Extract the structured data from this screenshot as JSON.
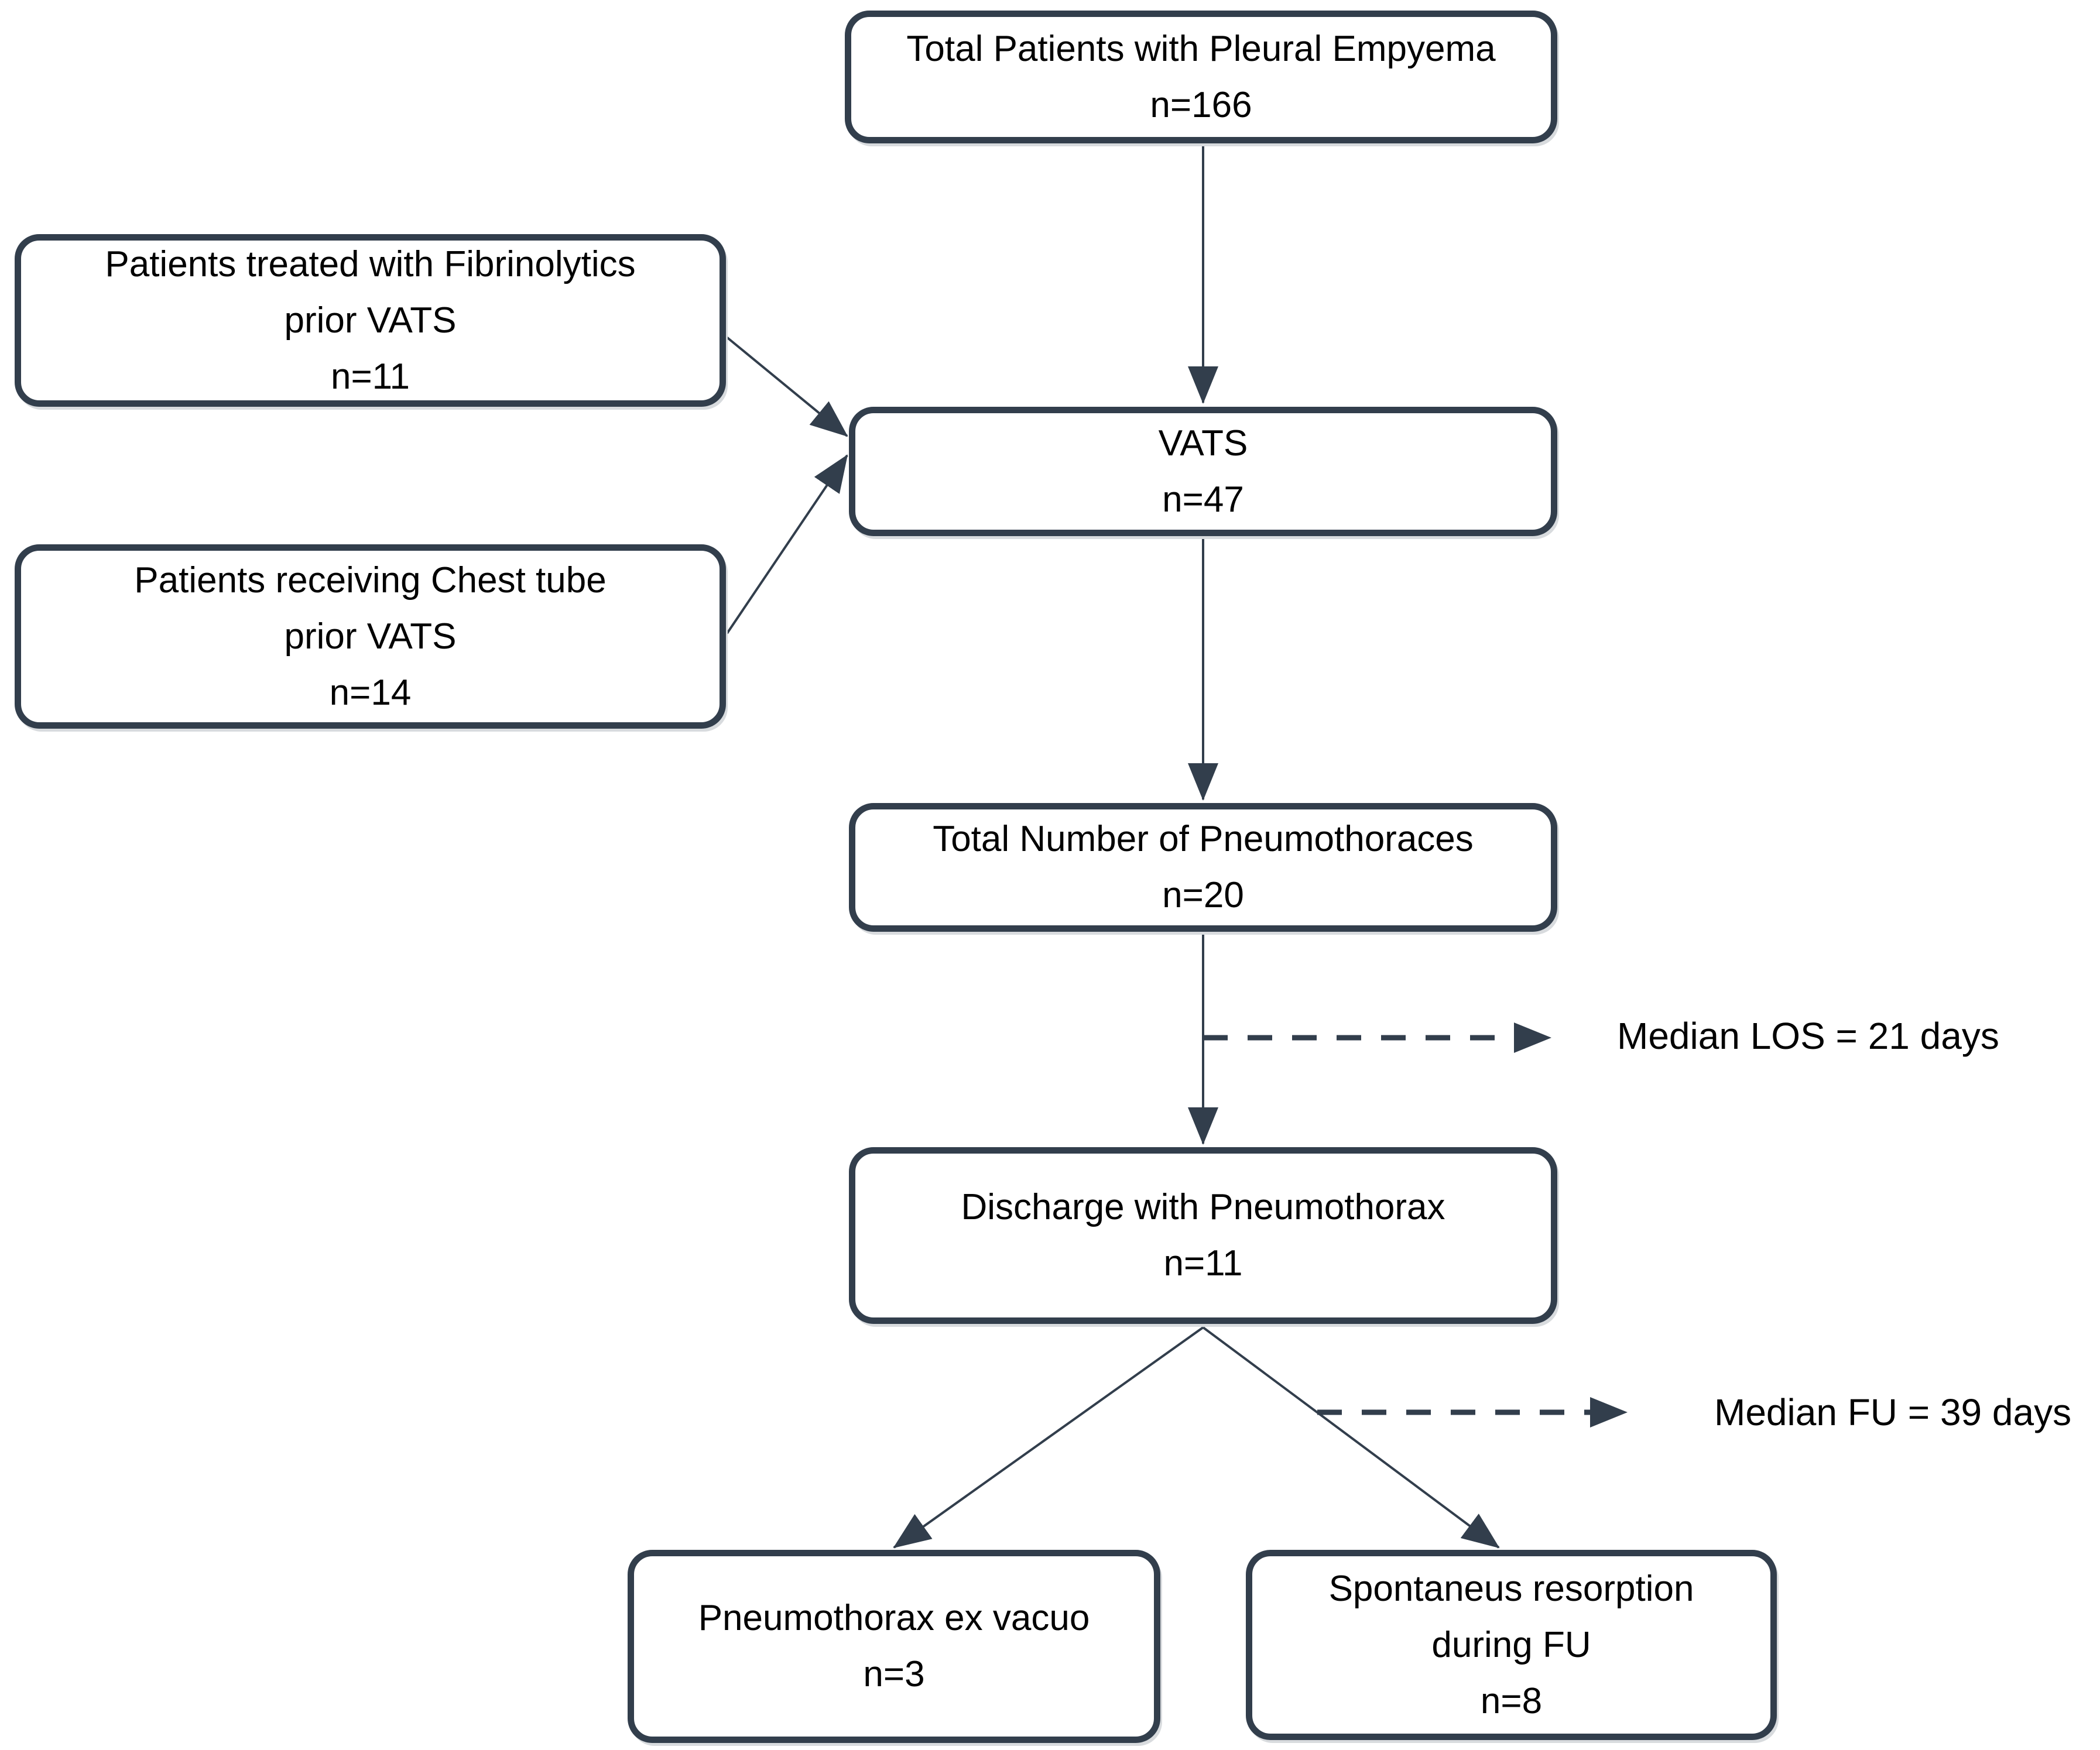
{
  "theme": {
    "background": "#ffffff",
    "stroke": "#323e4c",
    "text": "#000000",
    "shadow": "#d8dbde"
  },
  "nodes": {
    "total": {
      "lines": [
        "Total Patients with Pleural Empyema",
        "n=166"
      ]
    },
    "fibrinolytics": {
      "lines": [
        "Patients treated with Fibrinolytics",
        "prior VATS",
        "n=11"
      ]
    },
    "chest_tube": {
      "lines": [
        "Patients receiving Chest tube",
        "prior VATS",
        "n=14"
      ]
    },
    "vats": {
      "lines": [
        "VATS",
        "n=47"
      ]
    },
    "pneumothoraces": {
      "lines": [
        "Total Number of Pneumothoraces",
        "n=20"
      ]
    },
    "discharge": {
      "lines": [
        "Discharge with Pneumothorax",
        "n=11"
      ]
    },
    "ex_vacuo": {
      "lines": [
        "Pneumothorax ex vacuo",
        "n=3"
      ]
    },
    "resorption": {
      "lines": [
        "Spontaneus resorption",
        "during FU",
        "n=8"
      ]
    }
  },
  "annotations": {
    "median_los": "Median LOS = 21 days",
    "median_fu": "Median FU = 39 days"
  }
}
